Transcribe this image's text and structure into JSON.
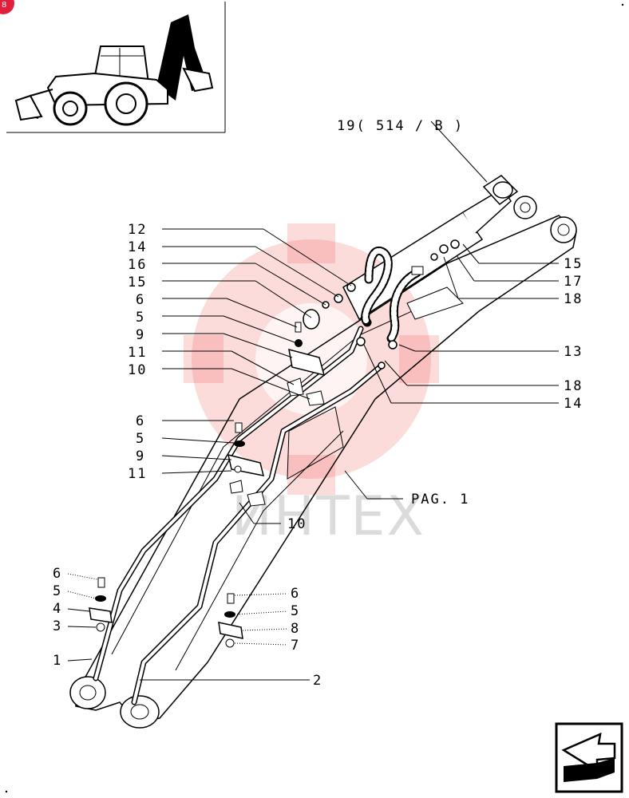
{
  "title_ref": "19( 514 / B )",
  "page_ref": "PAG. 1",
  "watermark": "ИНТЕХ",
  "left_labels": [
    "12",
    "14",
    "16",
    "15",
    "6",
    "5",
    "9",
    "11",
    "10",
    "6",
    "5",
    "9",
    "11"
  ],
  "right_labels": [
    "15",
    "17",
    "18",
    "13",
    "18",
    "14"
  ],
  "bottom_left_labels": [
    "6",
    "5",
    "4",
    "3",
    "1"
  ],
  "bottom_right_labels": [
    "6",
    "5",
    "8",
    "7",
    "2"
  ],
  "mid_label": "10",
  "colors": {
    "watermark": "#f05a5a",
    "line": "#000000",
    "badge": "#e0203a"
  },
  "icons": {
    "machine": "backhoe-loader-icon",
    "nav": "next-page-arrow-icon"
  }
}
